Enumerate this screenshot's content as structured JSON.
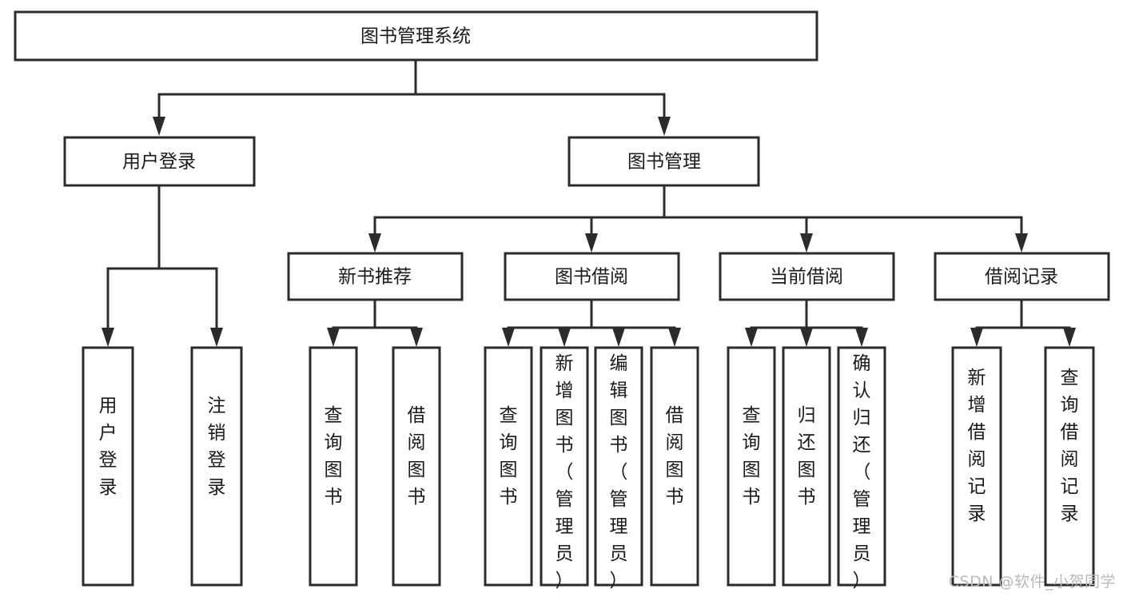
{
  "diagram": {
    "title": "图书管理系统",
    "type": "tree-hierarchy-diagram",
    "watermark": "CSDN @软件_小贺同学",
    "colors": {
      "stroke": "#2b2b2b",
      "fill": "#ffffff",
      "text": "#1a1a1a",
      "watermark": "#b9b9b9"
    },
    "nodes": {
      "root": {
        "label": "图书管理系统"
      },
      "level2": [
        {
          "id": "user-login",
          "label": "用户登录"
        },
        {
          "id": "book-management",
          "label": "图书管理"
        }
      ],
      "level3": [
        {
          "id": "new-book-recommend",
          "label": "新书推荐"
        },
        {
          "id": "book-borrow",
          "label": "图书借阅"
        },
        {
          "id": "current-borrow",
          "label": "当前借阅"
        },
        {
          "id": "borrow-record",
          "label": "借阅记录"
        }
      ],
      "leaves": {
        "user-login": [
          {
            "id": "leaf-user-login",
            "label": "用户登录"
          },
          {
            "id": "leaf-logout-login",
            "label": "注销登录"
          }
        ],
        "new-book-recommend": [
          {
            "id": "leaf-query-book-1",
            "label": "查询图书"
          },
          {
            "id": "leaf-borrow-book-1",
            "label": "借阅图书"
          }
        ],
        "book-borrow": [
          {
            "id": "leaf-query-book-2",
            "label": "查询图书"
          },
          {
            "id": "leaf-add-book",
            "label": "新增图书（管理员）"
          },
          {
            "id": "leaf-edit-book",
            "label": "编辑图书（管理员）"
          },
          {
            "id": "leaf-borrow-book-2",
            "label": "借阅图书"
          }
        ],
        "current-borrow": [
          {
            "id": "leaf-query-book-3",
            "label": "查询图书"
          },
          {
            "id": "leaf-return-book",
            "label": "归还图书"
          },
          {
            "id": "leaf-confirm-return",
            "label": "确认归还（管理员）"
          }
        ],
        "borrow-record": [
          {
            "id": "leaf-add-borrow-record",
            "label": "新增借阅记录"
          },
          {
            "id": "leaf-query-borrow-record",
            "label": "查询借阅记录"
          }
        ]
      }
    }
  }
}
